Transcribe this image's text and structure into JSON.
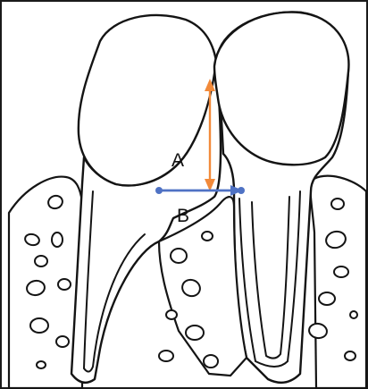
{
  "diagram": {
    "labels": {
      "a": "A",
      "b": "B"
    },
    "colors": {
      "outline": "#141414",
      "arrow_vertical": "#f28a3a",
      "arrow_horizontal": "#4f72c4",
      "background": "#ffffff"
    },
    "icons": {
      "arrowheads": "triangle-arrowhead",
      "endpoint_dots": "filled-circle"
    }
  }
}
